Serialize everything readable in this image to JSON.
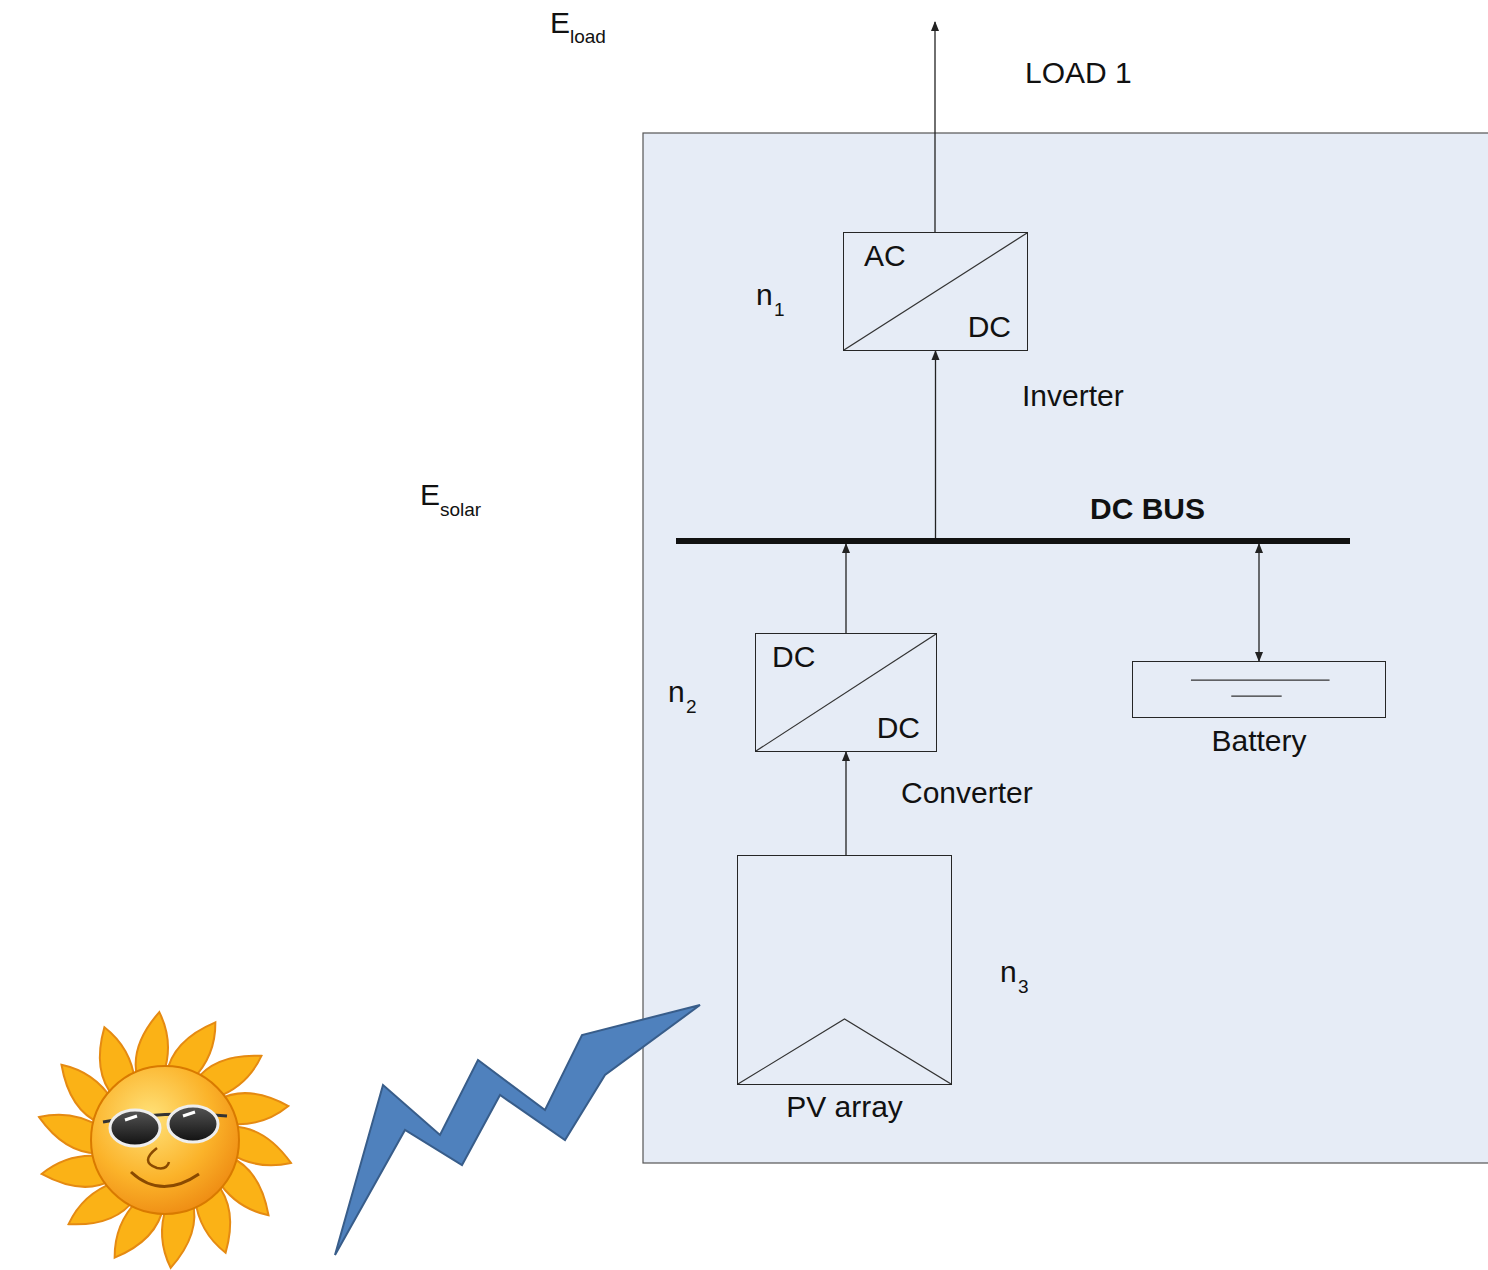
{
  "diagram": {
    "nodes": [
      {
        "text": [
          "AC",
          "DC",
          "Inverter"
        ]
      },
      {
        "text": [
          "DC BUS"
        ]
      },
      {
        "text": [
          "DC",
          "DC",
          "Converter"
        ]
      },
      {
        "text": [
          "Battery"
        ]
      },
      {
        "text": [
          "PV array"
        ]
      }
    ],
    "edges": [
      {
        "from": 1,
        "to": 0,
        "arrow": "to"
      },
      {
        "from": 2,
        "to": 1,
        "arrow": "to"
      },
      {
        "from": 3,
        "to": 1,
        "arrow": "both"
      },
      {
        "from": 4,
        "to": 2,
        "arrow": "to"
      }
    ],
    "labels": [
      "E",
      "load",
      "LOAD 1",
      "n",
      "1",
      "n",
      "2",
      "n",
      "3",
      "E",
      "solar"
    ]
  }
}
